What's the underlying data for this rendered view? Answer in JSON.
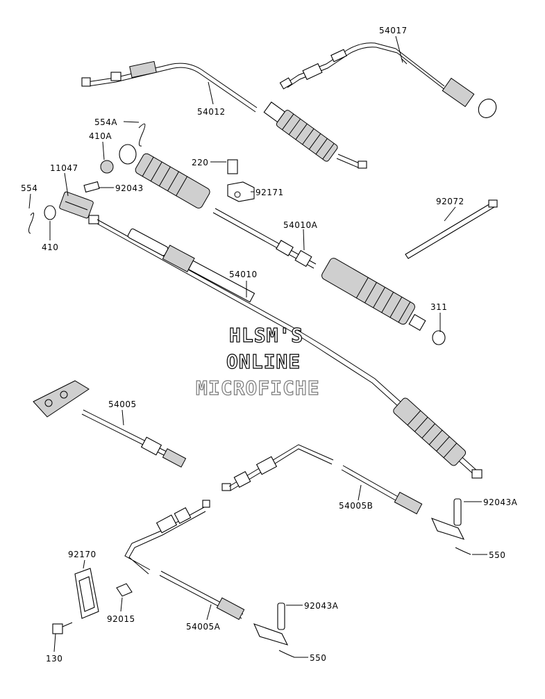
{
  "labels": {
    "p54017": "54017",
    "p54012": "54012",
    "p554A": "554A",
    "p410A": "410A",
    "p220": "220",
    "p11047": "11047",
    "p92043": "92043",
    "p92171": "92171",
    "p554": "554",
    "p410": "410",
    "p92072": "92072",
    "p54010A": "54010A",
    "p54010": "54010",
    "p311": "311",
    "p54005": "54005",
    "p54005B": "54005B",
    "p92043A_1": "92043A",
    "p550_1": "550",
    "p92170": "92170",
    "p92015": "92015",
    "p130": "130",
    "p54005A": "54005A",
    "p92043A_2": "92043A",
    "p550_2": "550"
  },
  "watermark": {
    "line1": "HLSM'S",
    "line2": "ONLINE",
    "line3": "MICROFICHE"
  }
}
